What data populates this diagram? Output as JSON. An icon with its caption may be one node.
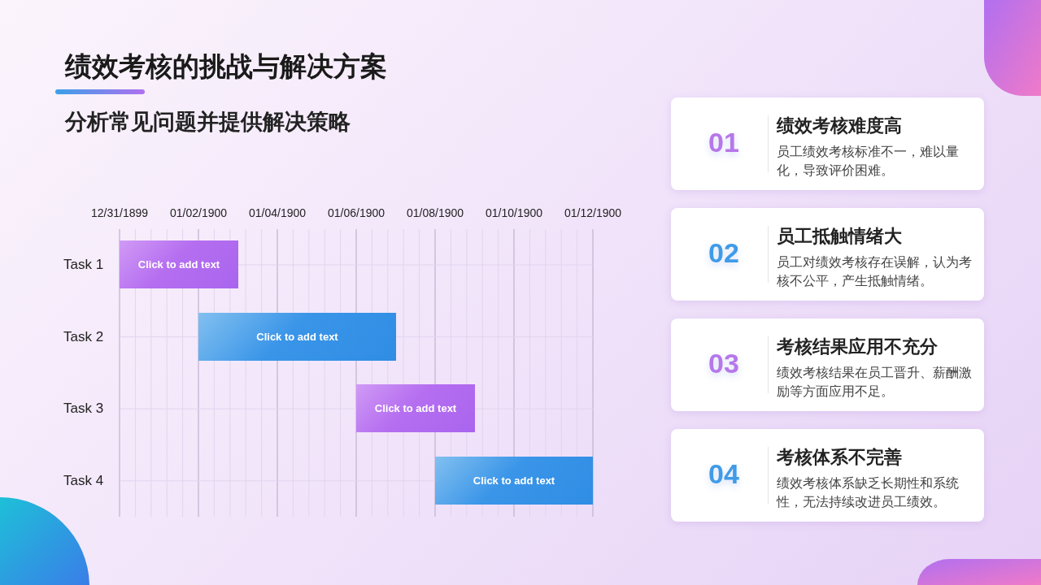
{
  "diagram": {
    "title": "绩效考核的挑战与解决方案",
    "nodes": [
      {
        "text": [
          "Click to add text"
        ]
      },
      {
        "text": [
          "Click to add text"
        ]
      },
      {
        "text": [
          "Click to add text"
        ]
      },
      {
        "text": [
          "Click to add text"
        ]
      },
      {
        "text": [
          "01",
          "绩效考核难度高",
          "员工绩效考核标准不一，难以量化，导致评价困难。"
        ]
      },
      {
        "text": [
          "02",
          "员工抵触情绪大",
          "员工对绩效考核存在误解，认为考核不公平，产生抵触情绪。"
        ]
      },
      {
        "text": [
          "03",
          "考核结果应用不充分",
          "绩效考核结果在员工晋升、薪酬激励等方面应用不足。"
        ]
      },
      {
        "text": [
          "04",
          "考核体系不完善",
          "绩效考核体系缺乏长期性和系统性，无法持续改进员工绩效。"
        ]
      }
    ],
    "edges": [],
    "labels": [
      "分析常见问题并提供解决策略",
      "12/31/1899",
      "01/02/1900",
      "01/04/1900",
      "01/06/1900",
      "01/08/1900",
      "01/10/1900",
      "01/12/1900",
      "Task 1",
      "Task 2",
      "Task 3",
      "Task 4"
    ]
  }
}
